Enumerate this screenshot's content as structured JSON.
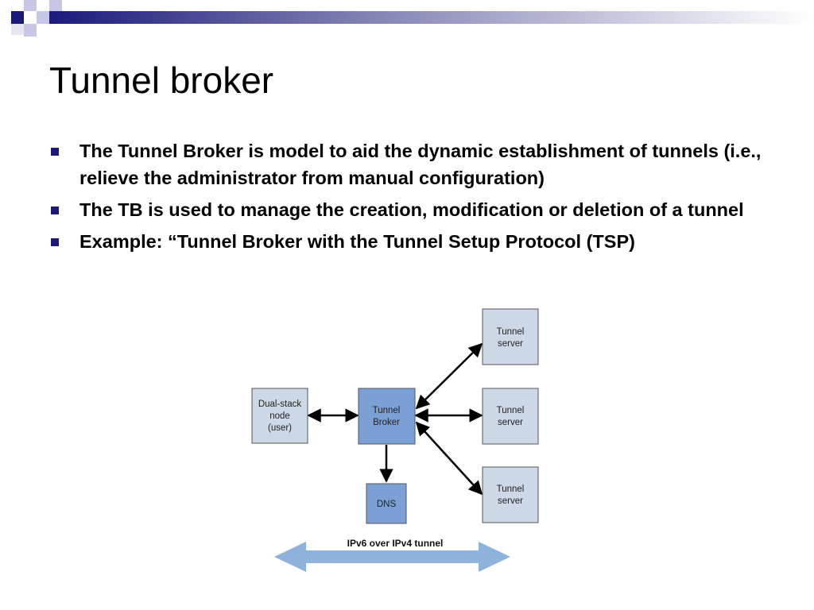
{
  "slide": {
    "title": "Tunnel broker",
    "bullets": [
      "The Tunnel Broker is model to aid the dynamic establishment of tunnels (i.e., relieve the administrator from manual configuration)",
      "The TB is used to manage the creation, modification or deletion of a tunnel",
      "Example: “Tunnel Broker with the Tunnel Setup Protocol (TSP)"
    ]
  },
  "diagram": {
    "dual_stack": [
      "Dual-stack",
      "node",
      "(user)"
    ],
    "broker": [
      "Tunnel",
      "Broker"
    ],
    "dns": "DNS",
    "server_top": [
      "Tunnel",
      "server"
    ],
    "server_mid": [
      "Tunnel",
      "server"
    ],
    "server_bottom": [
      "Tunnel",
      "server"
    ],
    "tunnel_label": "IPv6 over IPv4 tunnel"
  },
  "colors": {
    "title_bar": "#1a1a7a",
    "bullet": "#1a1a7a",
    "broker_fill": "#7ba0d6",
    "node_fill": "#cdd8e6",
    "tunnel_arrow": "#8fb2dd"
  }
}
